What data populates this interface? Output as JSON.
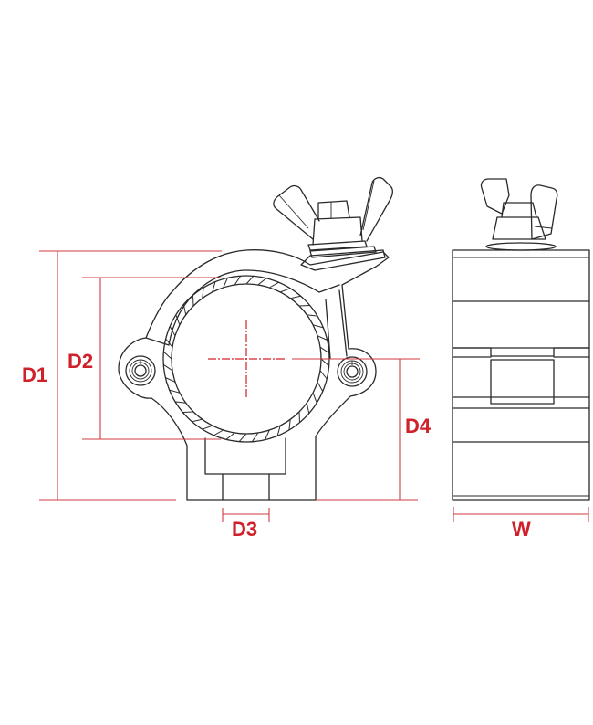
{
  "diagram": {
    "subject": "Half coupler clamp with wing nut - dimension drawing",
    "views": [
      {
        "name": "front-view",
        "description": "Clamp around tube cross-section with wing nut and hinge bolts"
      },
      {
        "name": "side-view",
        "description": "Clamp side profile with wing nut"
      }
    ],
    "dimensions": {
      "d1": {
        "label": "D1",
        "meaning": "overall height"
      },
      "d2": {
        "label": "D2",
        "meaning": "tube inner diameter"
      },
      "d3": {
        "label": "D3",
        "meaning": "mounting bolt hole width"
      },
      "d4": {
        "label": "D4",
        "meaning": "height from tube center to base"
      },
      "w": {
        "label": "W",
        "meaning": "clamp width"
      }
    },
    "colors": {
      "line_art": "#2a2a2a",
      "dimension_lines": "#d23a3f",
      "dimension_labels": "#d0202a",
      "background": "#ffffff"
    }
  }
}
